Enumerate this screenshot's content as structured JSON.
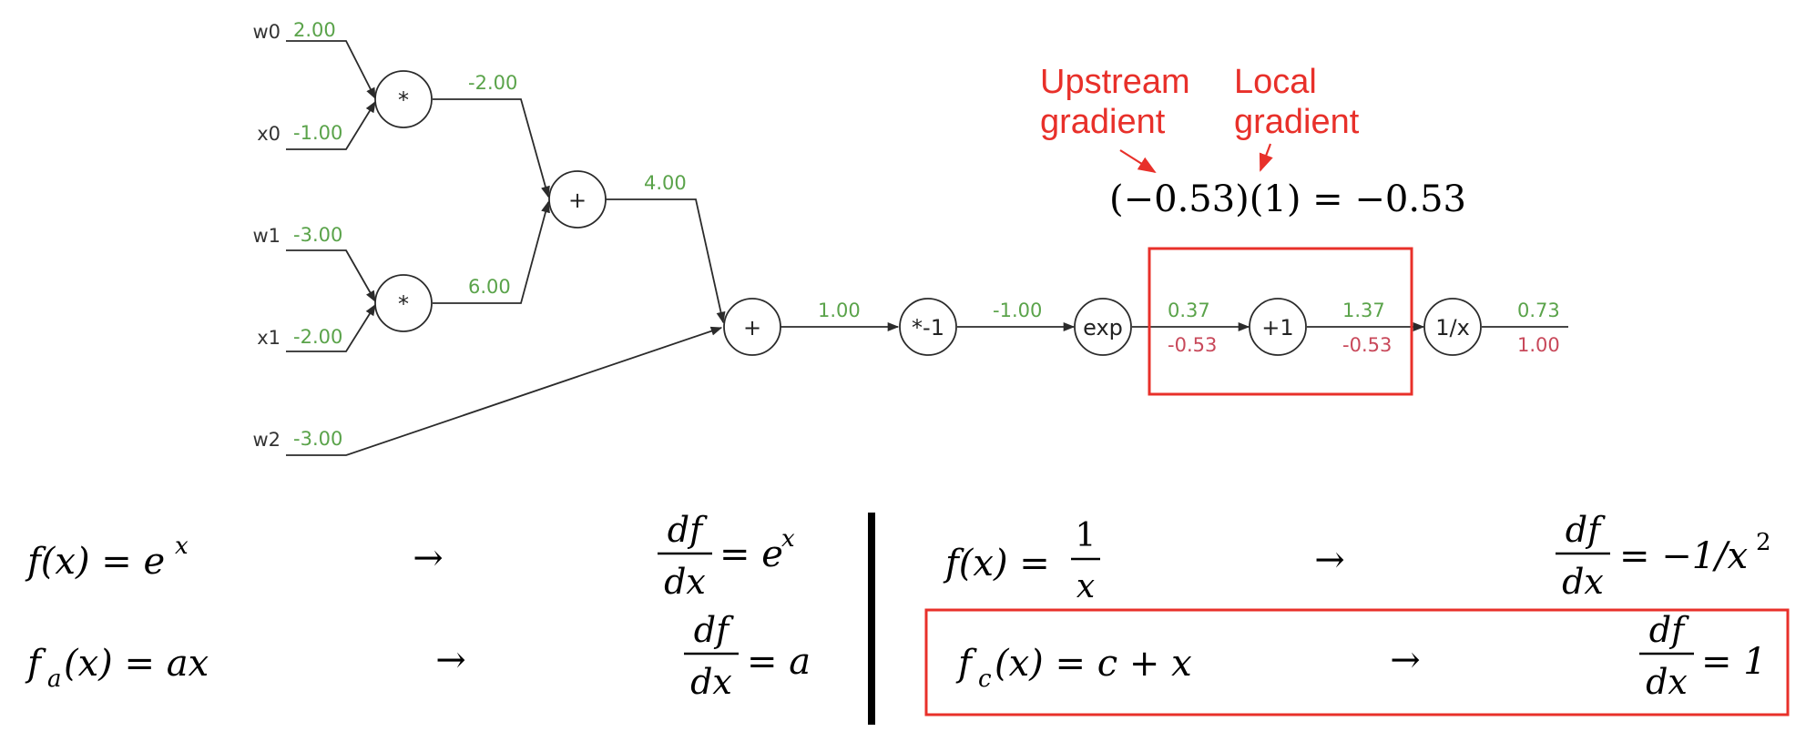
{
  "colors": {
    "forward": "#5aa34a",
    "backward": "#c8485a",
    "highlight": "#e8302a",
    "wire": "#2b2b2b"
  },
  "inputs": [
    {
      "name": "w0",
      "value": "2.00"
    },
    {
      "name": "x0",
      "value": "-1.00"
    },
    {
      "name": "w1",
      "value": "-3.00"
    },
    {
      "name": "x1",
      "value": "-2.00"
    },
    {
      "name": "w2",
      "value": "-3.00"
    }
  ],
  "gates": {
    "mul0": "*",
    "mul1": "*",
    "add0": "+",
    "add1": "+",
    "neg": "*-1",
    "exp": "exp",
    "plus1": "+1",
    "recip": "1/x"
  },
  "forward": {
    "mul0_out": "-2.00",
    "mul1_out": "6.00",
    "add0_out": "4.00",
    "add1_out": "1.00",
    "neg_out": "-1.00",
    "exp_out": "0.37",
    "plus1_out": "1.37",
    "recip_out": "0.73"
  },
  "backward": {
    "exp_out": "-0.53",
    "plus1_out": "-0.53",
    "recip_out": "1.00"
  },
  "annotations": {
    "upstream_line1": "Upstream",
    "upstream_line2": "gradient",
    "local_line1": "Local",
    "local_line2": "gradient",
    "equation": "(−0.53)(1) = −0.53"
  },
  "formulas": {
    "arrow": "→",
    "exp": {
      "lhs": "f(x) = e",
      "lhs_sup": "x",
      "num": "df",
      "den": "dx",
      "rhs": "= e",
      "rhs_sup": "x"
    },
    "scale": {
      "lhs_f": "f",
      "lhs_sub": "a",
      "lhs_rest": "(x) = ax",
      "num": "df",
      "den": "dx",
      "rhs": "= a"
    },
    "recip": {
      "lhs": "f(x) =",
      "lhs_num": "1",
      "lhs_den": "x",
      "num": "df",
      "den": "dx",
      "rhs": "= −1/x",
      "rhs_sup": "2"
    },
    "const": {
      "lhs_f": "f",
      "lhs_sub": "c",
      "lhs_rest": "(x) = c + x",
      "num": "df",
      "den": "dx",
      "rhs": "= 1"
    }
  }
}
